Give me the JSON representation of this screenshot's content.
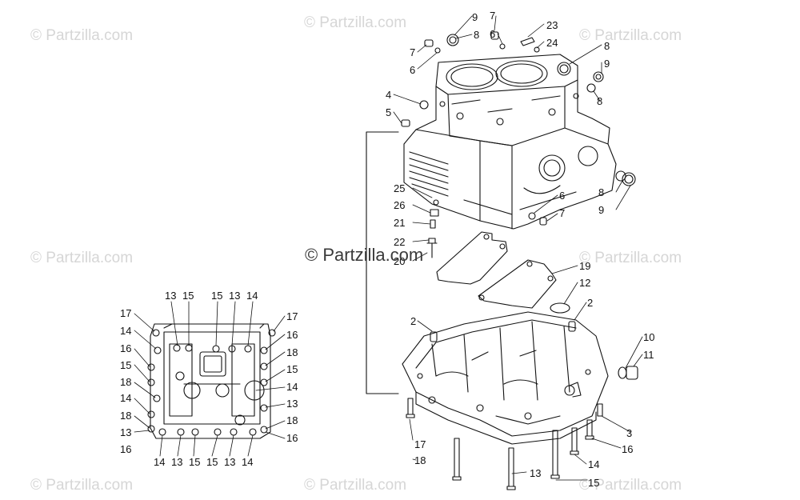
{
  "watermark": {
    "text": "© Partzilla.com",
    "center_text": "© Partzilla.com"
  },
  "diagram": {
    "callouts": {
      "c_9a": "9",
      "c_8a": "8",
      "c_7a": "7",
      "c_6a": "6",
      "c_7b": "7",
      "c_6b": "6",
      "c_23": "23",
      "c_24": "24",
      "c_8b": "8",
      "c_9b": "9",
      "c_8c": "8",
      "c_4": "4",
      "c_5": "5",
      "c_25": "25",
      "c_26": "26",
      "c_21": "21",
      "c_22": "22",
      "c_20": "20",
      "c_6c": "6",
      "c_7c": "7",
      "c_8d": "8",
      "c_9c": "9",
      "c_19": "19",
      "c_12": "12",
      "c_2a": "2",
      "c_2b": "2",
      "c_10": "10",
      "c_11": "11",
      "c_17r": "17",
      "c_18r": "18",
      "c_13r": "13",
      "c_15r": "15",
      "c_14r": "14",
      "c_16r": "16",
      "c_3": "3",
      "ins_13a": "13",
      "ins_15a": "15",
      "ins_15b": "15",
      "ins_13b": "13",
      "ins_14a": "14",
      "ins_17a": "17",
      "ins_14b": "14",
      "ins_16a": "16",
      "ins_15c": "15",
      "ins_18a": "18",
      "ins_14c": "14",
      "ins_18b": "18",
      "ins_13c": "13",
      "ins_16b": "16",
      "ins_17b": "17",
      "ins_16c": "16",
      "ins_18c": "18",
      "ins_15d": "15",
      "ins_14d": "14",
      "ins_13d": "13",
      "ins_18d": "18",
      "ins_16d": "16",
      "ins_14e": "14",
      "ins_13e": "13",
      "ins_15e": "15",
      "ins_15f": "15",
      "ins_13f": "13",
      "ins_14f": "14"
    }
  }
}
